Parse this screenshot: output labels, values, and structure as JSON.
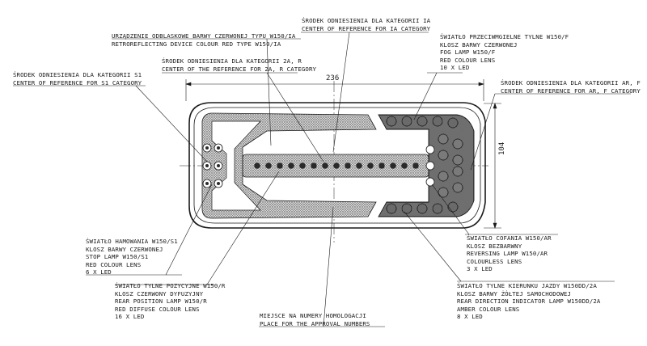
{
  "labels": {
    "ia_center": {
      "pl": "Środek odniesienia dla kategorii IA",
      "en": "CENTER OF REFERENCE FOR IA CATEGORY"
    },
    "retro": {
      "pl": "URZĄDZENIE ODBLASKOWE BARWY CZERWONEJ TYPU W150/IA",
      "en": "RETROREFLECTING DEVICE COLOUR RED TYPE W150/IA"
    },
    "fog": {
      "l1": "ŚWIATŁO PRZECIWMGIELNE TYLNE W150/F",
      "l2": "KLOSZ BARWY CZERWONEJ",
      "l3": "FOG LAMP W150/F",
      "l4": "RED COLOUR LENS",
      "l5": "10 x LED"
    },
    "r_center": {
      "pl": "ŚRODEK ODNIESIENIA DLA KATEGORII 2a, R",
      "en": "CENTER OF THE REFERENCE FOR 2a, R CATEGORY"
    },
    "s1_center": {
      "pl": "ŚRODEK ODNIESIENIA DLA KATEGORII S1",
      "en": "CENTER OF REFERENCE FOR S1 CATEGORY"
    },
    "ar_center": {
      "pl": "ŚRODEK ODNIESIENIA DLA KATEGORII AR, F",
      "en": "CENTER OF REFERENCE FOR AR, F CATEGORY"
    },
    "stop": {
      "l1": "ŚWIATŁO HAMOWANIA W150/S1",
      "l2": "KLOSZ BARWY CZERWONEJ",
      "l3": "STOP LAMP W150/S1",
      "l4": "RED COLOUR LENS",
      "l5": "6 x LED"
    },
    "reverse": {
      "l1": "ŚWIATŁO COFANIA W150/AR",
      "l2": "KLOSZ BEZBARWNY",
      "l3": "REVERSING LAMP W150/AR",
      "l4": "COLOURLESS LENS",
      "l5": "3 x LED"
    },
    "position": {
      "l1": "ŚWIATŁO TYLNE POZYCYJNE W150/R",
      "l2": "KLOSZ CZERWONY DYFUZYJNY",
      "l3": "REAR POSITION LAMP W150/R",
      "l4": "RED DIFFUSE COLOUR LENS",
      "l5": "16 x LED"
    },
    "homolog": {
      "pl": "MIEJSCE NA NUMERY HOMOLOGACJI",
      "en": "PLACE FOR THE APPROVAL NUMBERS"
    },
    "indicator": {
      "l1": "ŚWIATŁO TYLNE KIERUNKU JAZDY W150DD/2a",
      "l2": "KLOSZ BARWY ŻÓŁTEJ SAMOCHODOWEJ",
      "l3": "REAR DIRECTION INDICATOR LAMP W150DD/2a",
      "l4": "AMBER COLOUR LENS",
      "l5": "8 x LED"
    }
  },
  "dimensions": {
    "width": "236",
    "height": "104"
  },
  "colors": {
    "line": "#1a1a1a",
    "hatch": "#5a5a5a"
  }
}
